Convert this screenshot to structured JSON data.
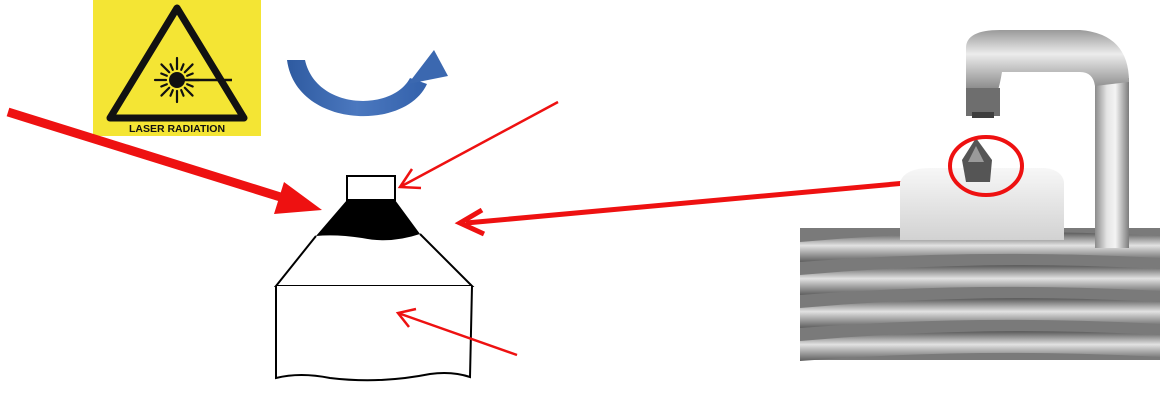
{
  "warning_sign": {
    "label": "LASER RADIATION",
    "icon": "laser-hazard-triangle-icon",
    "background_color": "#f4e534",
    "symbol_color": "#111111"
  },
  "colors": {
    "arrow_red": "#ee1111",
    "rotation_arrow_blue": "#3b68b0",
    "weld_fill": "#000000",
    "outline": "#000000"
  },
  "diagram": {
    "parts": [
      "electrode-tip",
      "weld-bead",
      "cone-base",
      "cylinder-body"
    ],
    "photo": "spark-plug-electrode-photo"
  }
}
